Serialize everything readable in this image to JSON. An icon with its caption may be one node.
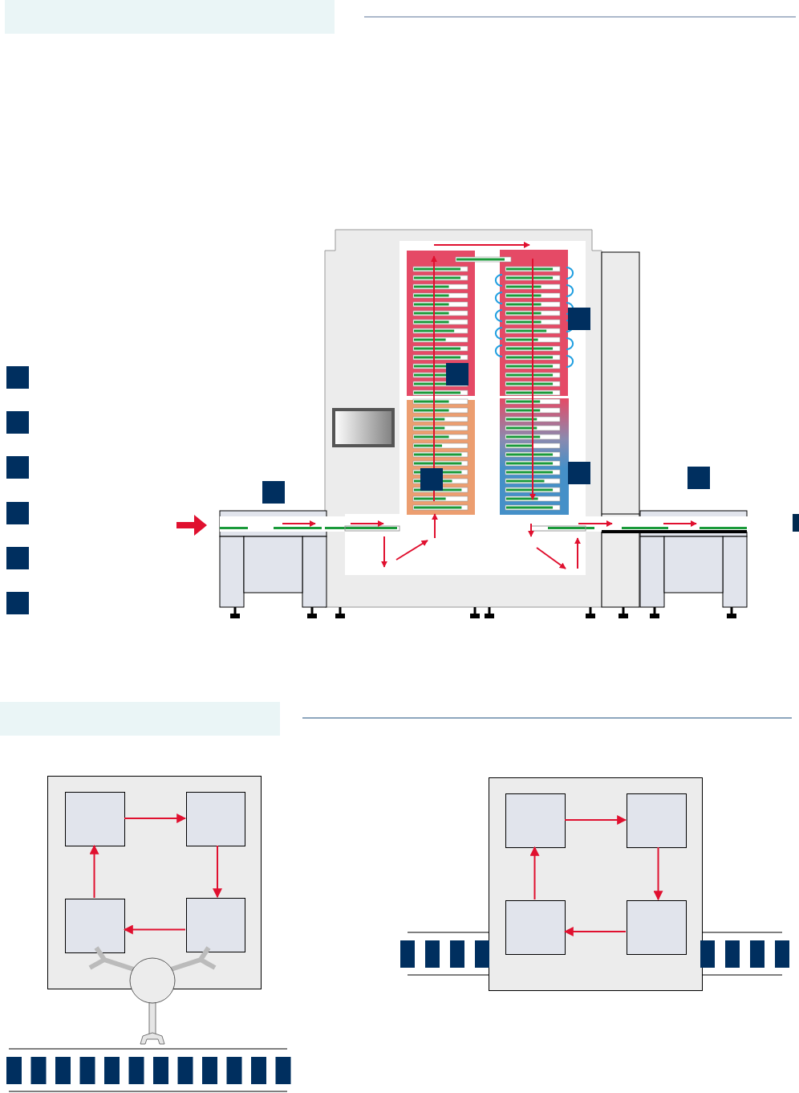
{
  "diagram": {
    "nodes": [
      {
        "text": [],
        "shape": "box"
      },
      {
        "text": [],
        "shape": "box",
        "in": 0
      },
      {
        "text": [],
        "shape": "box",
        "in": 0
      },
      {
        "text": [],
        "shape": "box",
        "in": 0
      },
      {
        "text": [],
        "shape": "box",
        "in": 0
      },
      {
        "text": [],
        "shape": "box"
      },
      {
        "text": [],
        "shape": "box",
        "in": 5
      },
      {
        "text": [],
        "shape": "box",
        "in": 5
      },
      {
        "text": [],
        "shape": "box",
        "in": 5
      },
      {
        "text": [],
        "shape": "box",
        "in": 5
      }
    ],
    "edges": [
      {
        "from": 1,
        "to": 2,
        "arrow": "to"
      },
      {
        "from": 2,
        "to": 4,
        "arrow": "to"
      },
      {
        "from": 4,
        "to": 3,
        "arrow": "to"
      },
      {
        "from": 3,
        "to": 1,
        "arrow": "to"
      },
      {
        "from": 6,
        "to": 7,
        "arrow": "to"
      },
      {
        "from": 7,
        "to": 9,
        "arrow": "to"
      },
      {
        "from": 9,
        "to": 8,
        "arrow": "to"
      },
      {
        "from": 8,
        "to": 6,
        "arrow": "to"
      }
    ]
  }
}
